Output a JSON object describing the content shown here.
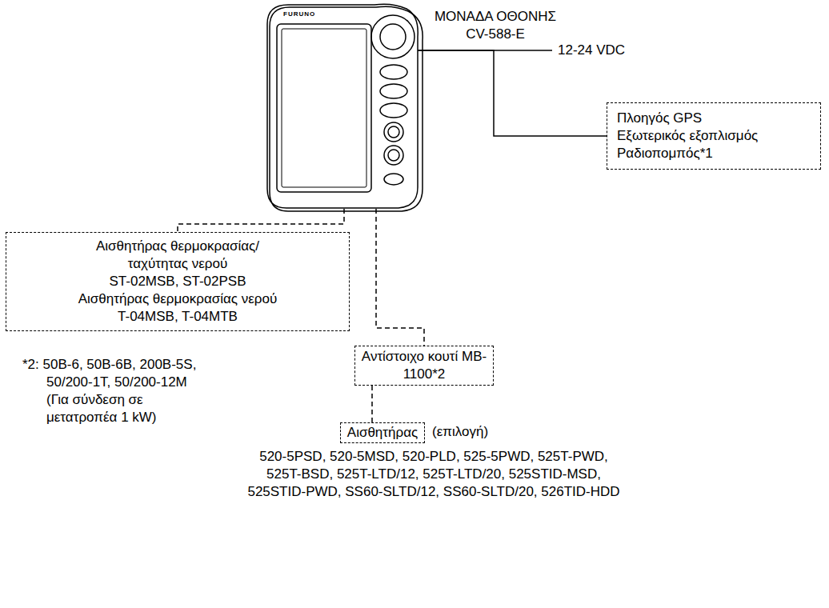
{
  "diagram": {
    "nodes": [
      {
        "text": [
          "ΜΟΝΑΔΑ ΟΘΟΝΗΣ CV-588-E"
        ]
      },
      {
        "text": [
          "Πλοηγός GPS",
          "Εξωτερικός εξοπλισμός",
          "Ραδιοπομπός*1"
        ]
      },
      {
        "text": [
          "Αισθητήρας θερμοκρασίας/ταχύτητας νερού",
          "ST-02MSB, ST-02PSB",
          "Αισθητήρας θερμοκρασίας νερού",
          "T-04MSB, T-04MTB"
        ]
      },
      {
        "text": [
          "Αντίστοιχο κουτί MB-1100*2"
        ]
      },
      {
        "text": [
          "Αισθητήρας"
        ]
      }
    ],
    "edges": [
      {
        "from": 0,
        "to": 1,
        "arrow": "none"
      },
      {
        "from": 0,
        "to": 2,
        "arrow": "none"
      },
      {
        "from": 0,
        "to": 3,
        "arrow": "none"
      },
      {
        "from": 3,
        "to": 4,
        "arrow": "none"
      }
    ],
    "labels": [
      "FURUNO",
      "12-24 VDC",
      "*2: 50B-6, 50B-6B, 200B-5S, 50/200-1T, 50/200-12M (Για σύνδεση σε μετατροπέα 1 kW)",
      "(επιλογή)",
      "520-5PSD, 520-5MSD, 520-PLD, 525-5PWD, 525T-PWD, 525T-BSD, 525T-LTD/12, 525T-LTD/20, 525STID-MSD, 525STID-PWD, SS60-SLTD/12, SS60-SLTD/20, 526TID-HDD"
    ]
  }
}
